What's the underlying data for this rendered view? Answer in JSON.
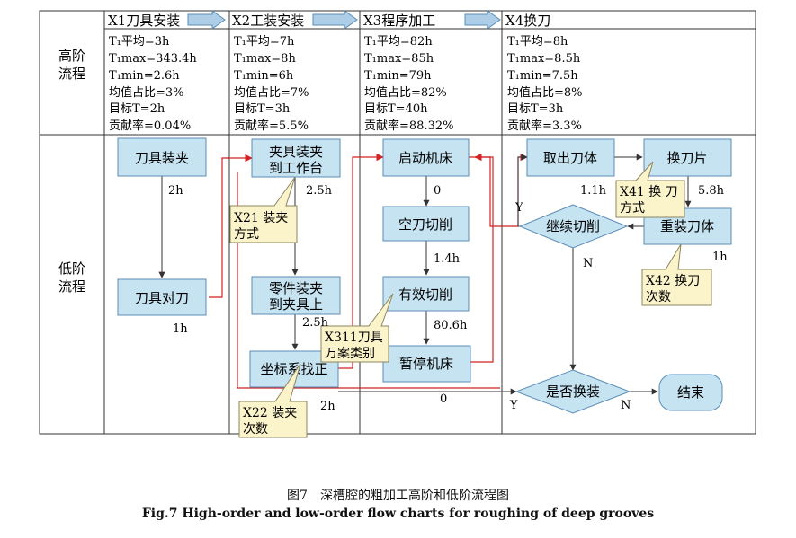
{
  "row_labels": {
    "high": [
      "高阶",
      "流程"
    ],
    "low": [
      "低阶",
      "流程"
    ]
  },
  "stages": [
    {
      "title": "X1刀具安装",
      "stats": [
        "T₁平均=3h",
        "T₁max=343.4h",
        "T₁min=2.6h",
        "均值占比=3%",
        "目标T=2h",
        "贡献率=0.04%"
      ]
    },
    {
      "title": "X2工装安装",
      "stats": [
        "T₁平均=7h",
        "T₁max=8h",
        "T₁min=6h",
        "均值占比=7%",
        "目标T=3h",
        "贡献率=5.5%"
      ]
    },
    {
      "title": "X3程序加工",
      "stats": [
        "T₁平均=82h",
        "T₁max=85h",
        "T₁min=79h",
        "均值占比=82%",
        "目标T=40h",
        "贡献率=88.32%"
      ]
    },
    {
      "title": "X4换刀",
      "stats": [
        "T₁平均=8h",
        "T₁max=8.5h",
        "T₁min=7.5h",
        "均值占比=8%",
        "目标T=3h",
        "贡献率=3.3%"
      ]
    }
  ],
  "process_boxes": {
    "tool_clamp": [
      "刀具装夹"
    ],
    "tool_align": [
      "刀具对刀"
    ],
    "fixture_install": [
      "夹具装夹",
      "到工作台"
    ],
    "part_clamp": [
      "零件装夹",
      "到夹具上"
    ],
    "coord_align": [
      "坐标系找正"
    ],
    "start_machine": [
      "启动机床"
    ],
    "air_cut": [
      "空刀切削"
    ],
    "effective_cut": [
      "有效切削"
    ],
    "pause_machine": [
      "暂停机床"
    ],
    "remove_holder": [
      "取出刀体"
    ],
    "change_insert": [
      "换刀片"
    ],
    "reinstall_holder": [
      "重装刀体"
    ],
    "end": [
      "结束"
    ]
  },
  "decisions": {
    "continue_cut": "继续切削",
    "change_tool": "是否换装"
  },
  "callouts": {
    "x21": [
      "X21 装夹",
      "方式"
    ],
    "x22": [
      "X22 装夹",
      "次数"
    ],
    "x311": [
      "X311刀具",
      "万案类别"
    ],
    "x41": [
      "X41 换  刀",
      "方式"
    ],
    "x42": [
      "X42 换刀",
      "次数"
    ]
  },
  "time_labels": {
    "t_2h": "2h",
    "t_1h": "1h",
    "t_2_5h_a": "2.5h",
    "t_2_5h_b": "2.5h",
    "t_2h_b": "2h",
    "t_0_a": "0",
    "t_1_4h": "1.4h",
    "t_80_6h": "80.6h",
    "t_0_b": "0",
    "t_1_1h": "1.1h",
    "t_5_8h": "5.8h",
    "t_1h_b": "1h"
  },
  "branch_labels": {
    "y1": "Y",
    "n1": "N",
    "y2": "Y",
    "n2": "N"
  },
  "caption": {
    "cn": "图7　深槽腔的粗加工高阶和低阶流程图",
    "en": "Fig.7 High-order and low-order flow charts for roughing of deep grooves"
  },
  "colors": {
    "box_fill": "#c6e3f2",
    "box_stroke": "#5b8db5",
    "callout_fill": "#fbf3c9",
    "callout_stroke": "#8c8460",
    "red_line": "#d22222",
    "arrow_fill": "#aecde6"
  }
}
